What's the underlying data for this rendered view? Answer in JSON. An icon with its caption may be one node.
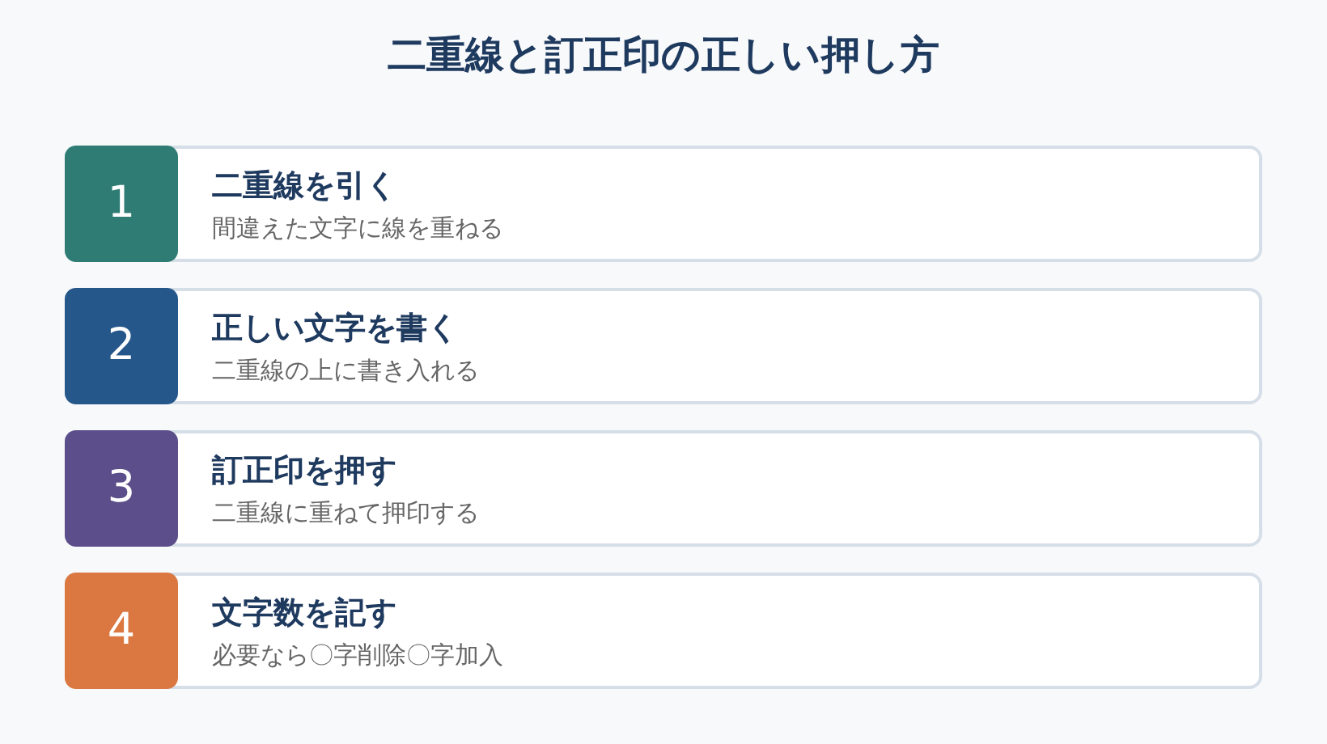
{
  "diagram": {
    "title": "二重線と訂正印の正しい押し方",
    "nodes": [
      {
        "text": [
          "二重線を引く",
          "間違えた文字に線を重ねる"
        ]
      },
      {
        "text": [
          "1"
        ],
        "in": 0
      },
      {
        "text": [
          "正しい文字を書く",
          "二重線の上に書き入れる"
        ]
      },
      {
        "text": [
          "2"
        ],
        "in": 2
      },
      {
        "text": [
          "訂正印を押す",
          "二重線に重ねて押印する"
        ]
      },
      {
        "text": [
          "3"
        ],
        "in": 4
      },
      {
        "text": [
          "文字数を記す",
          "必要なら〇字削除〇字加入"
        ]
      },
      {
        "text": [
          "4"
        ],
        "in": 6
      }
    ]
  }
}
